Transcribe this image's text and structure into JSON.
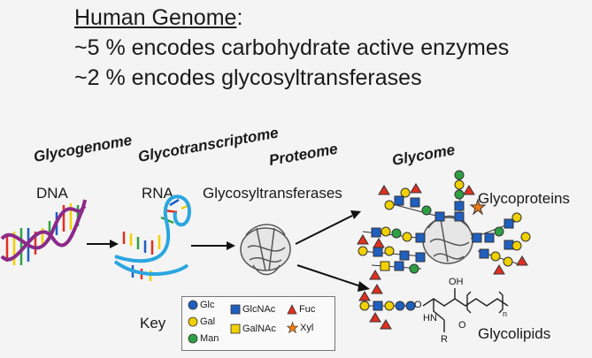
{
  "header": {
    "title": "Human Genome",
    "title_suffix": ":",
    "line1": "~5 % encodes carbohydrate active enzymes",
    "line2": "~2 % encodes glycosyltransferases"
  },
  "stages": {
    "glycogenome": "Glycogenome",
    "glycotranscriptome": "Glycotranscriptome",
    "proteome": "Proteome",
    "glycome": "Glycome"
  },
  "labels": {
    "dna": "DNA",
    "rna": "RNA",
    "gt": "Glycosyltransferases",
    "glycoproteins": "Glycoproteins",
    "glycolipids": "Glycolipids",
    "oh": "OH",
    "hn": "HN",
    "o_atom": "O",
    "r_group": "R",
    "n_sub": "n",
    "o_link": "O"
  },
  "key": {
    "label": "Key",
    "items": [
      {
        "name": "Glc",
        "shape": "circle",
        "color": "#1f5fbf"
      },
      {
        "name": "Gal",
        "shape": "circle",
        "color": "#f0d000"
      },
      {
        "name": "Man",
        "shape": "circle",
        "color": "#2ea043"
      },
      {
        "name": "GlcNAc",
        "shape": "square",
        "color": "#1f5fbf"
      },
      {
        "name": "GalNAc",
        "shape": "square",
        "color": "#f0d000"
      },
      {
        "name": "Fuc",
        "shape": "triangle",
        "color": "#e03020"
      },
      {
        "name": "Xyl",
        "shape": "star",
        "color": "#f07a10"
      }
    ]
  },
  "colors": {
    "blue": "#1f5fbf",
    "yellow": "#f0d000",
    "green": "#2ea043",
    "red": "#e03020",
    "orange": "#f07a10",
    "purple": "#8a2a8a"
  }
}
